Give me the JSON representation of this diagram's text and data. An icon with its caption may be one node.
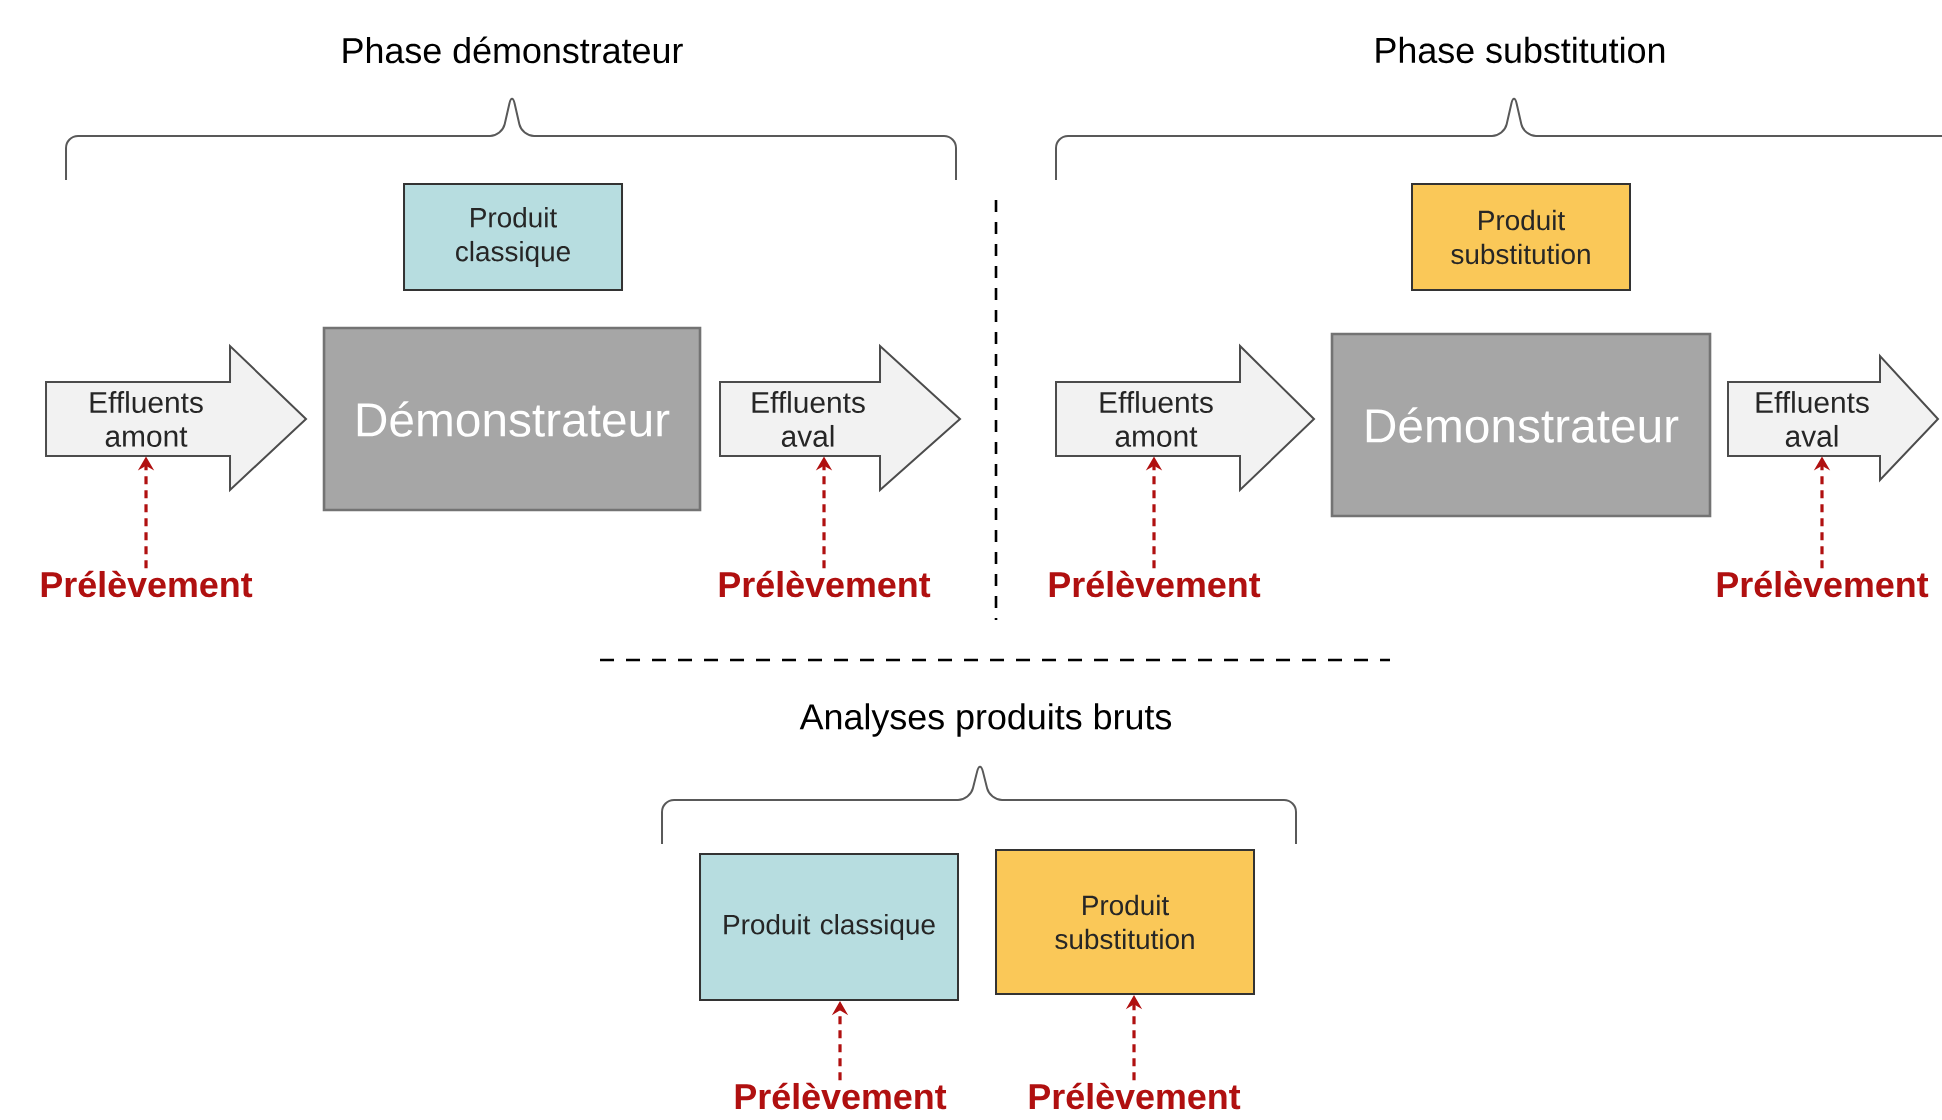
{
  "diagram": {
    "nodes": [
      {
        "text": [
          "Produit classique"
        ]
      },
      {
        "text": [
          "Effluents amont"
        ]
      },
      {
        "text": [
          "Démonstrateur"
        ]
      },
      {
        "text": [
          "Effluents aval"
        ]
      },
      {
        "text": [
          "Prélèvement"
        ]
      },
      {
        "text": [
          "Prélèvement"
        ]
      },
      {
        "text": [
          "Produit substitution"
        ]
      },
      {
        "text": [
          "Effluents amont"
        ]
      },
      {
        "text": [
          "Démonstrateur"
        ]
      },
      {
        "text": [
          "Effluents aval"
        ]
      },
      {
        "text": [
          "Prélèvement"
        ]
      },
      {
        "text": [
          "Prélèvement"
        ]
      },
      {
        "text": [
          "Produit classique"
        ]
      },
      {
        "text": [
          "Produit substitution"
        ]
      },
      {
        "text": [
          "Prélèvement"
        ]
      },
      {
        "text": [
          "Prélèvement"
        ]
      }
    ],
    "edges": [
      {
        "from": 4,
        "to": 1,
        "arrow": "to",
        "style": "dashed"
      },
      {
        "from": 5,
        "to": 3,
        "arrow": "to",
        "style": "dashed"
      },
      {
        "from": 10,
        "to": 7,
        "arrow": "to",
        "style": "dashed"
      },
      {
        "from": 11,
        "to": 9,
        "arrow": "to",
        "style": "dashed"
      },
      {
        "from": 14,
        "to": 12,
        "arrow": "to",
        "style": "dashed"
      },
      {
        "from": 15,
        "to": 13,
        "arrow": "to",
        "style": "dashed"
      }
    ],
    "labels": [
      "Phase démonstrateur",
      "Phase substitution",
      "Analyses produits bruts"
    ]
  }
}
